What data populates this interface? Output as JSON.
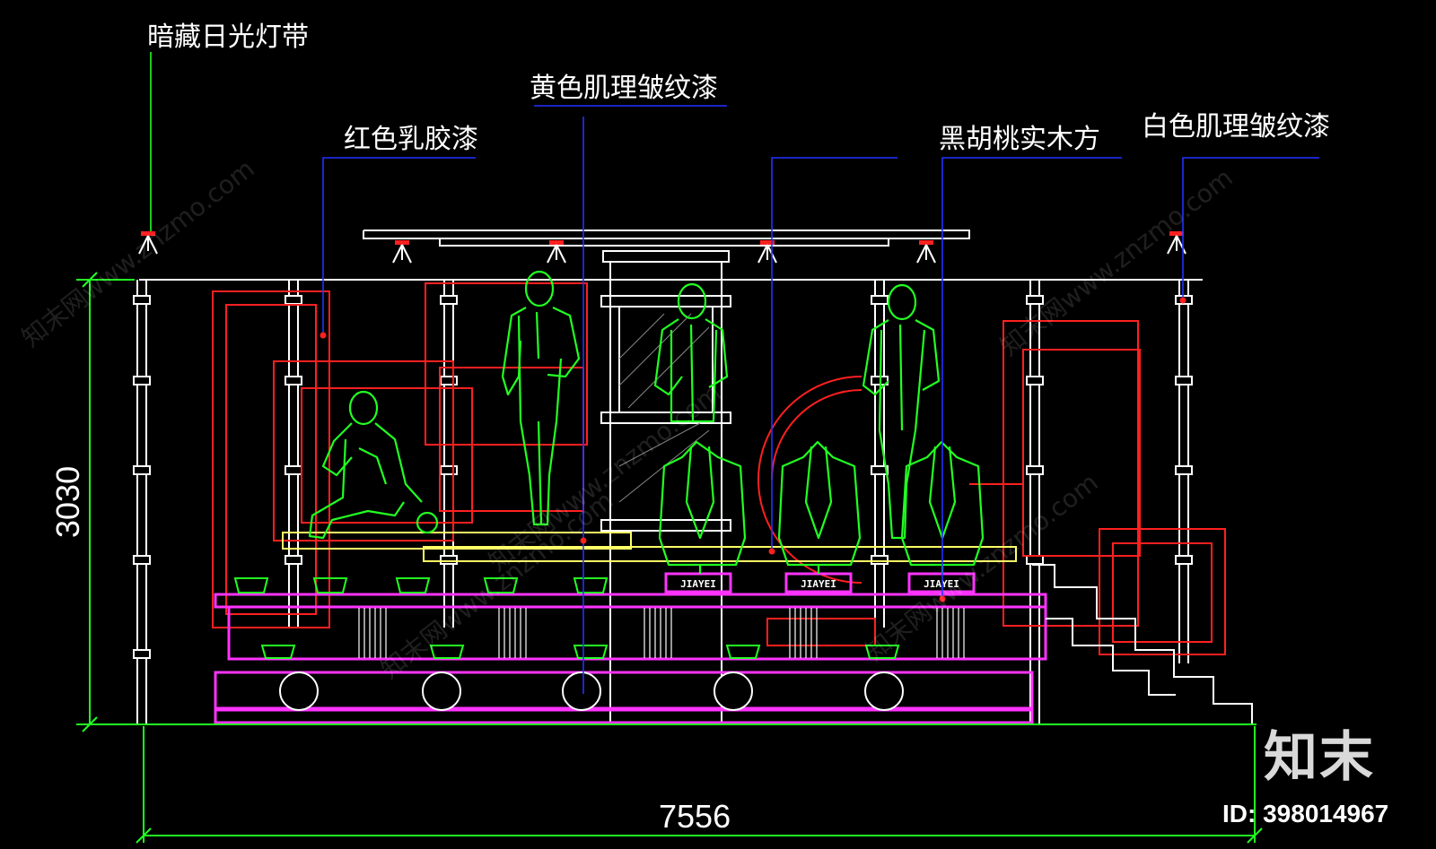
{
  "labels": {
    "hidden_daylight_strip": "暗藏日光灯带",
    "yellow_texture_paint": "黄色肌理皱纹漆",
    "red_latex_paint": "红色乳胶漆",
    "black_walnut_square": "黑胡桃实木方",
    "white_texture_paint": "白色肌理皱纹漆"
  },
  "dimensions": {
    "height": "3030",
    "width": "7556"
  },
  "plinth_text": [
    "JIAYEI",
    "JIAYEI",
    "JIAYEI"
  ],
  "branding": {
    "logo_text": "知末",
    "id_text": "ID: 398014967",
    "watermark": "知末网www.znzmo.com"
  },
  "colors": {
    "background": "#000000",
    "frame": "#ffffff",
    "red_panel": "#ff2020",
    "yellow_shelf": "#ffff66",
    "magenta_platform": "#ff33ff",
    "green_figures": "#22ff22",
    "blue_leader": "#2233ff",
    "dimension": "#22ff22"
  }
}
